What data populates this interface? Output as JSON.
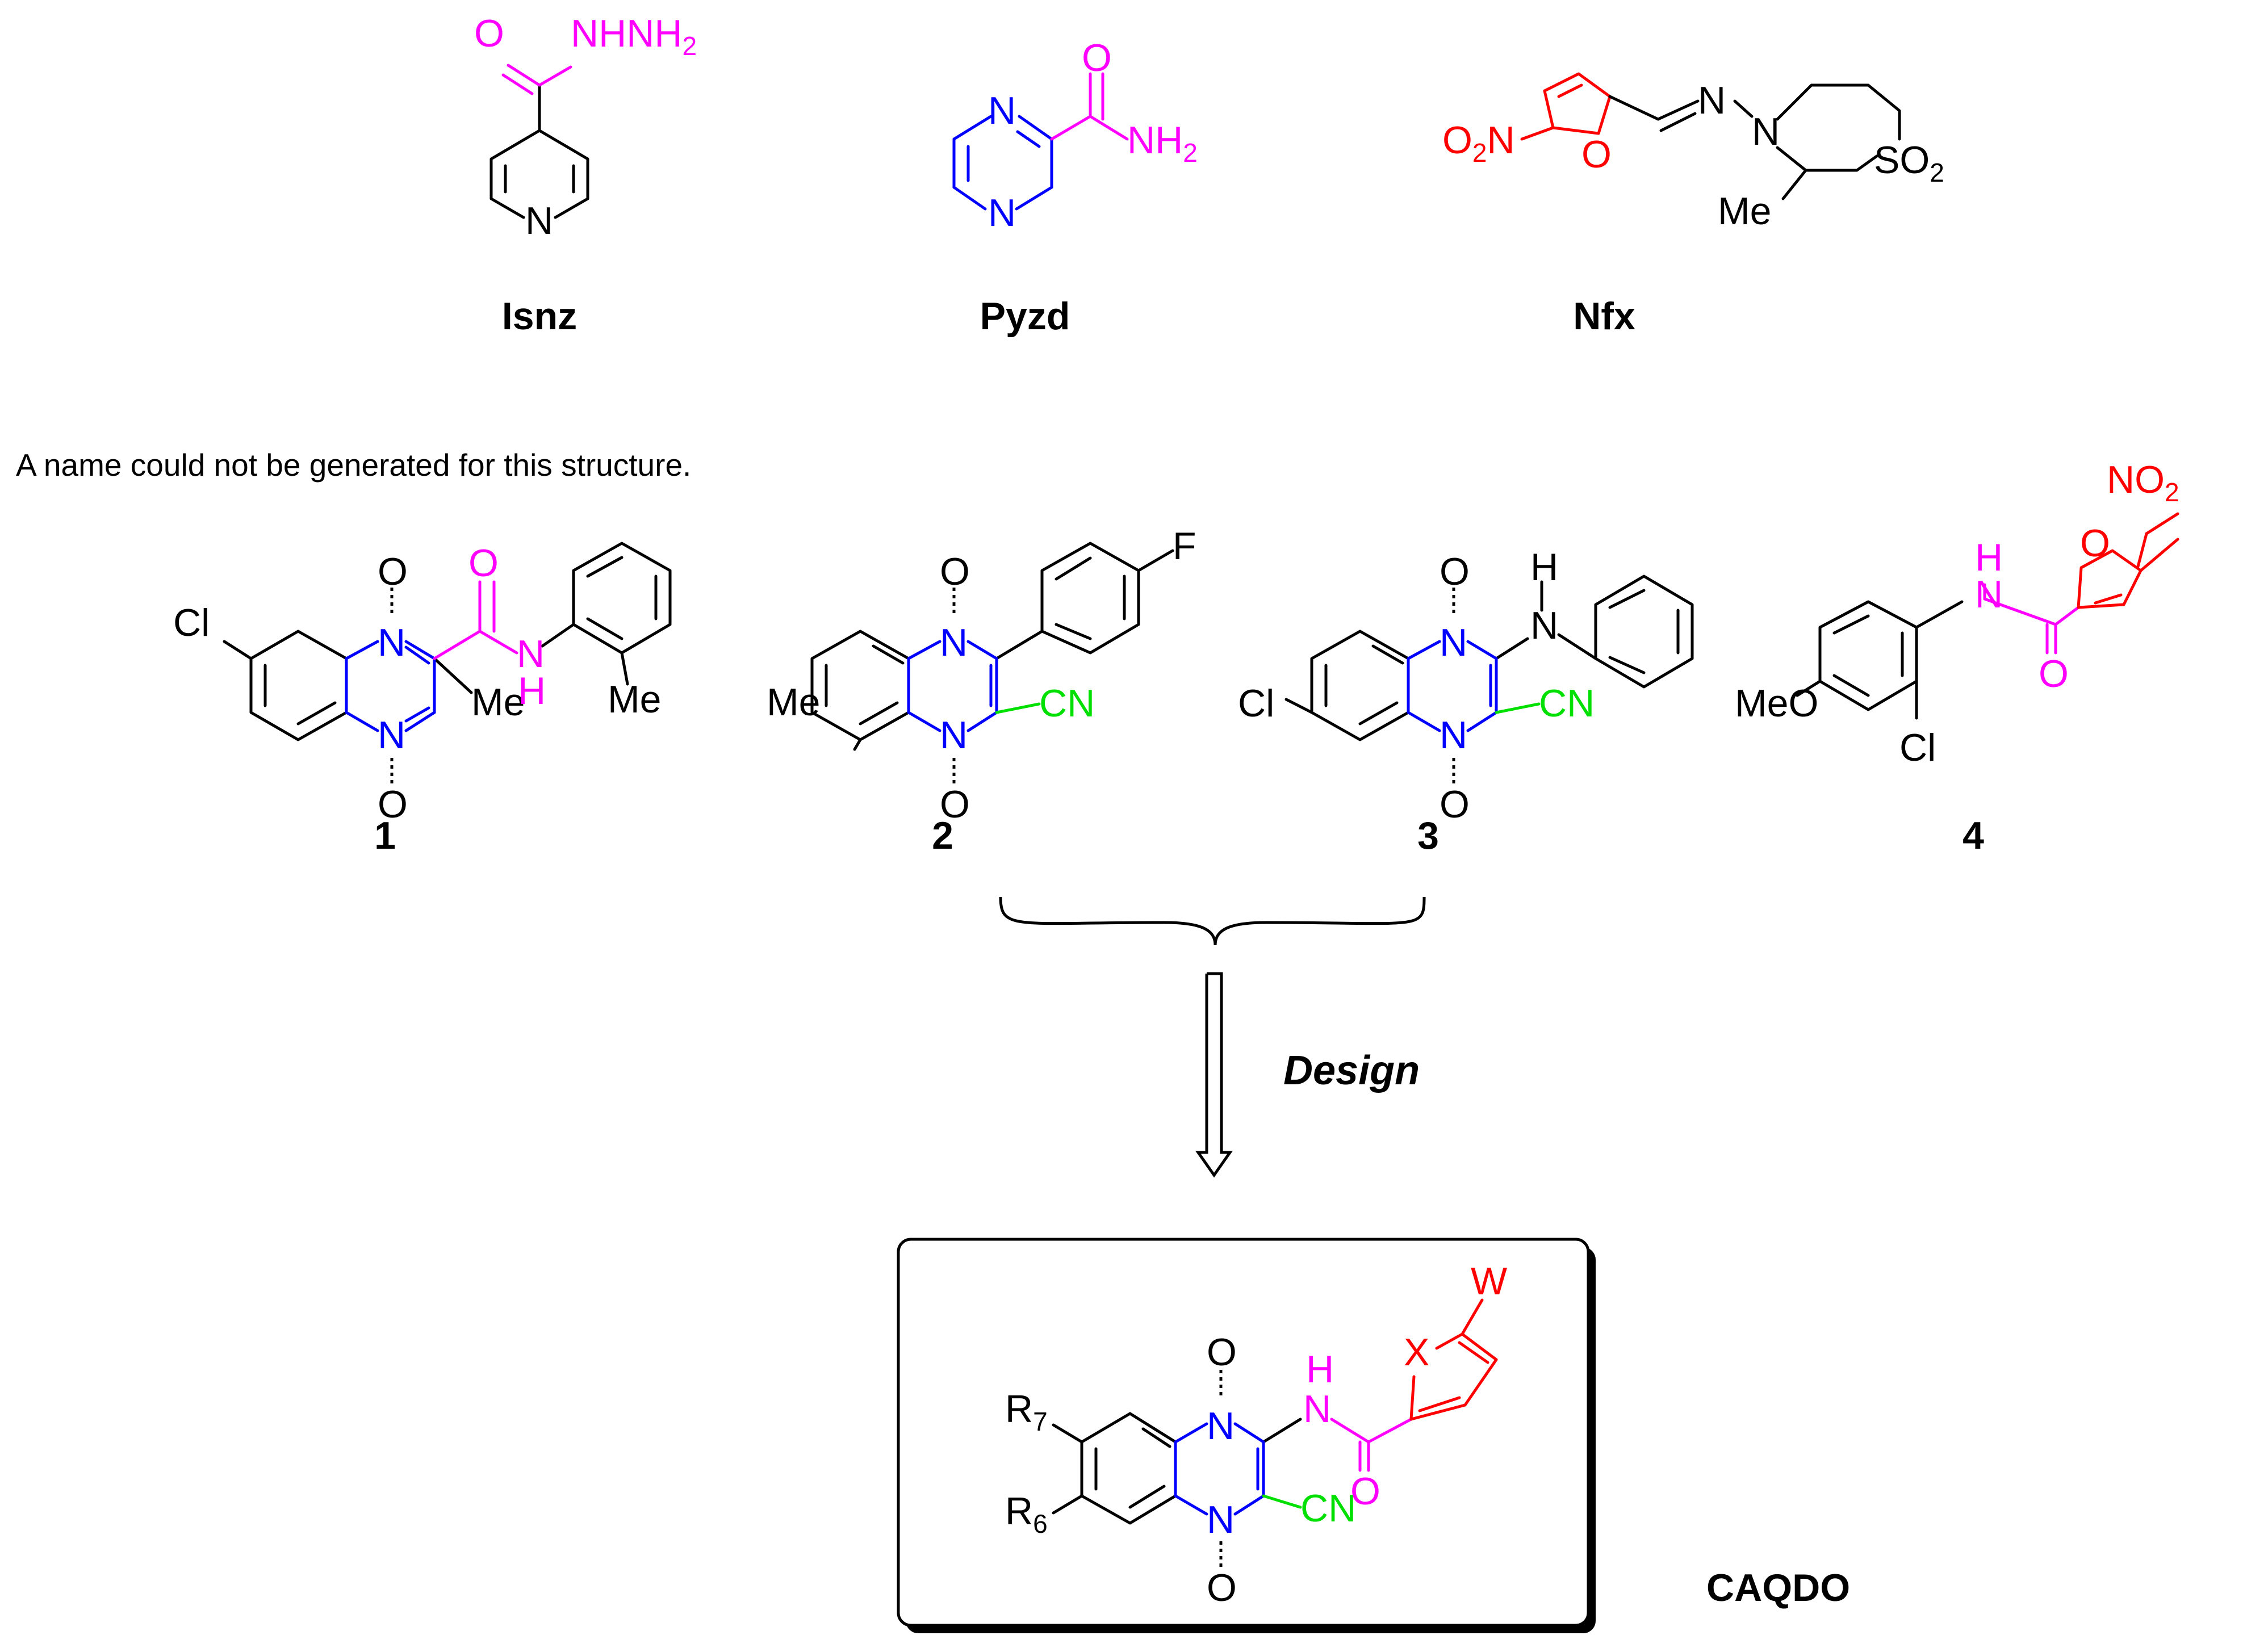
{
  "colors": {
    "black": "#000000",
    "magenta": "#ff00ff",
    "blue": "#0000ff",
    "red": "#ff0000",
    "green": "#00e000"
  },
  "compounds": {
    "isnz": {
      "label": "Isnz",
      "atoms": {
        "o": "O",
        "nhnh": "NHNH",
        "nh_sub": "2",
        "n": "N"
      }
    },
    "pyzd": {
      "label": "Pyzd",
      "atoms": {
        "n1": "N",
        "n2": "N",
        "o": "O",
        "nh": "NH",
        "nh_sub": "2"
      }
    },
    "nfx": {
      "label": "Nfx",
      "atoms": {
        "o2n": "O",
        "o2n_sub": "2",
        "o2n_n": "N",
        "o_ring": "O",
        "n1": "N",
        "n2": "N",
        "s": "SO",
        "s_sub": "2",
        "me": "Me"
      }
    },
    "c1": {
      "label": "1",
      "atoms": {
        "cl": "Cl",
        "o_top": "O",
        "n_top": "N",
        "n_bot": "N",
        "o_bot": "O",
        "me": "Me",
        "o_amide": "O",
        "nh_n": "N",
        "nh_h": "H",
        "me2": "Me"
      }
    },
    "c2": {
      "label": "2",
      "atoms": {
        "f": "F",
        "o_top": "O",
        "n_top": "N",
        "n_bot": "N",
        "o_bot": "O",
        "me": "Me",
        "cn": "CN"
      }
    },
    "c3": {
      "label": "3",
      "atoms": {
        "cl": "Cl",
        "o_top": "O",
        "n_top": "N",
        "n_bot": "N",
        "o_bot": "O",
        "h": "H",
        "n_amine": "N",
        "cn": "CN"
      }
    },
    "c4": {
      "label": "4",
      "atoms": {
        "no2": "NO",
        "no2_sub": "2",
        "o_ring": "O",
        "h": "H",
        "n": "N",
        "o_amide": "O",
        "meo": "MeO",
        "cl": "Cl"
      }
    },
    "caqdo": {
      "label": "CAQDO",
      "atoms": {
        "w": "W",
        "x": "X",
        "h": "H",
        "n_amide": "N",
        "o_top": "O",
        "n_top": "N",
        "n_bot": "N",
        "o_bot": "O",
        "o_amide": "O",
        "cn": "CN",
        "r7": "R",
        "r7_sub": "7",
        "r6": "R",
        "r6_sub": "6"
      }
    }
  },
  "note_text": "A name could not be generated for this structure.",
  "design_label": "Design"
}
